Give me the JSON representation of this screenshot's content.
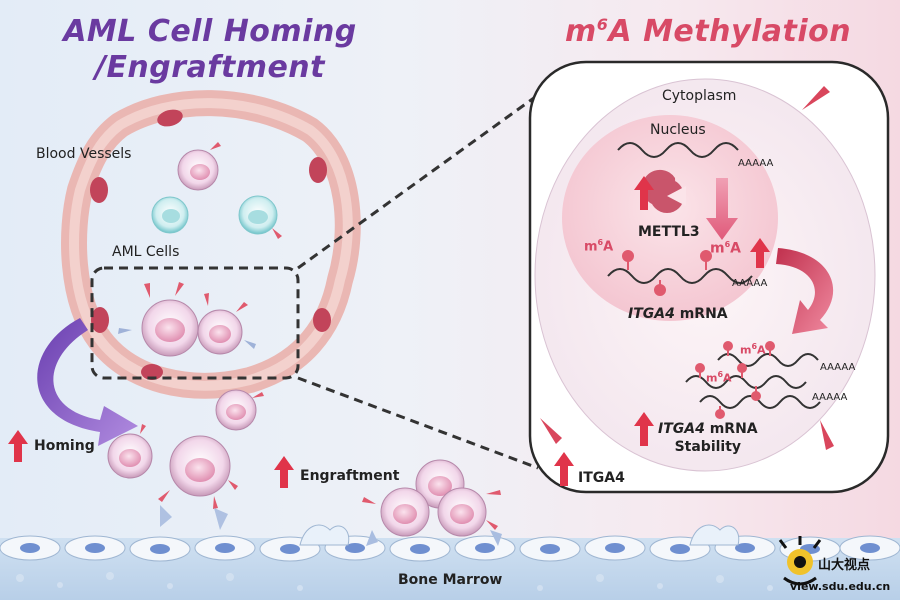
{
  "titles": {
    "left_line1": "AML Cell Homing",
    "left_line2": "/Engraftment",
    "right": "m6A Methylation"
  },
  "labels": {
    "blood_vessels": "Blood Vessels",
    "aml_cells": "AML Cells",
    "homing": "Homing",
    "engraftment": "Engraftment",
    "bone_marrow": "Bone Marrow",
    "cytoplasm": "Cytoplasm",
    "nucleus": "Nucleus",
    "mettl3": "METTL3",
    "m6a": "m6A",
    "itga4_mrna_gene": "ITGA4",
    "itga4_mrna_rest": " mRNA",
    "stability_gene": "ITGA4",
    "stability_rest": " mRNA",
    "stability_line2": "Stability",
    "itga4_protein": "ITGA4",
    "polya": "AAAAA"
  },
  "watermark": {
    "cn": "山大视点",
    "url": "view.sdu.edu.cn"
  },
  "colors": {
    "left_title": "#6a3aa0",
    "right_title": "#d84a66",
    "up_arrow": "#e0344a",
    "homing_arrow": "#7a4fb8",
    "vessel": "#eab7b3"
  }
}
